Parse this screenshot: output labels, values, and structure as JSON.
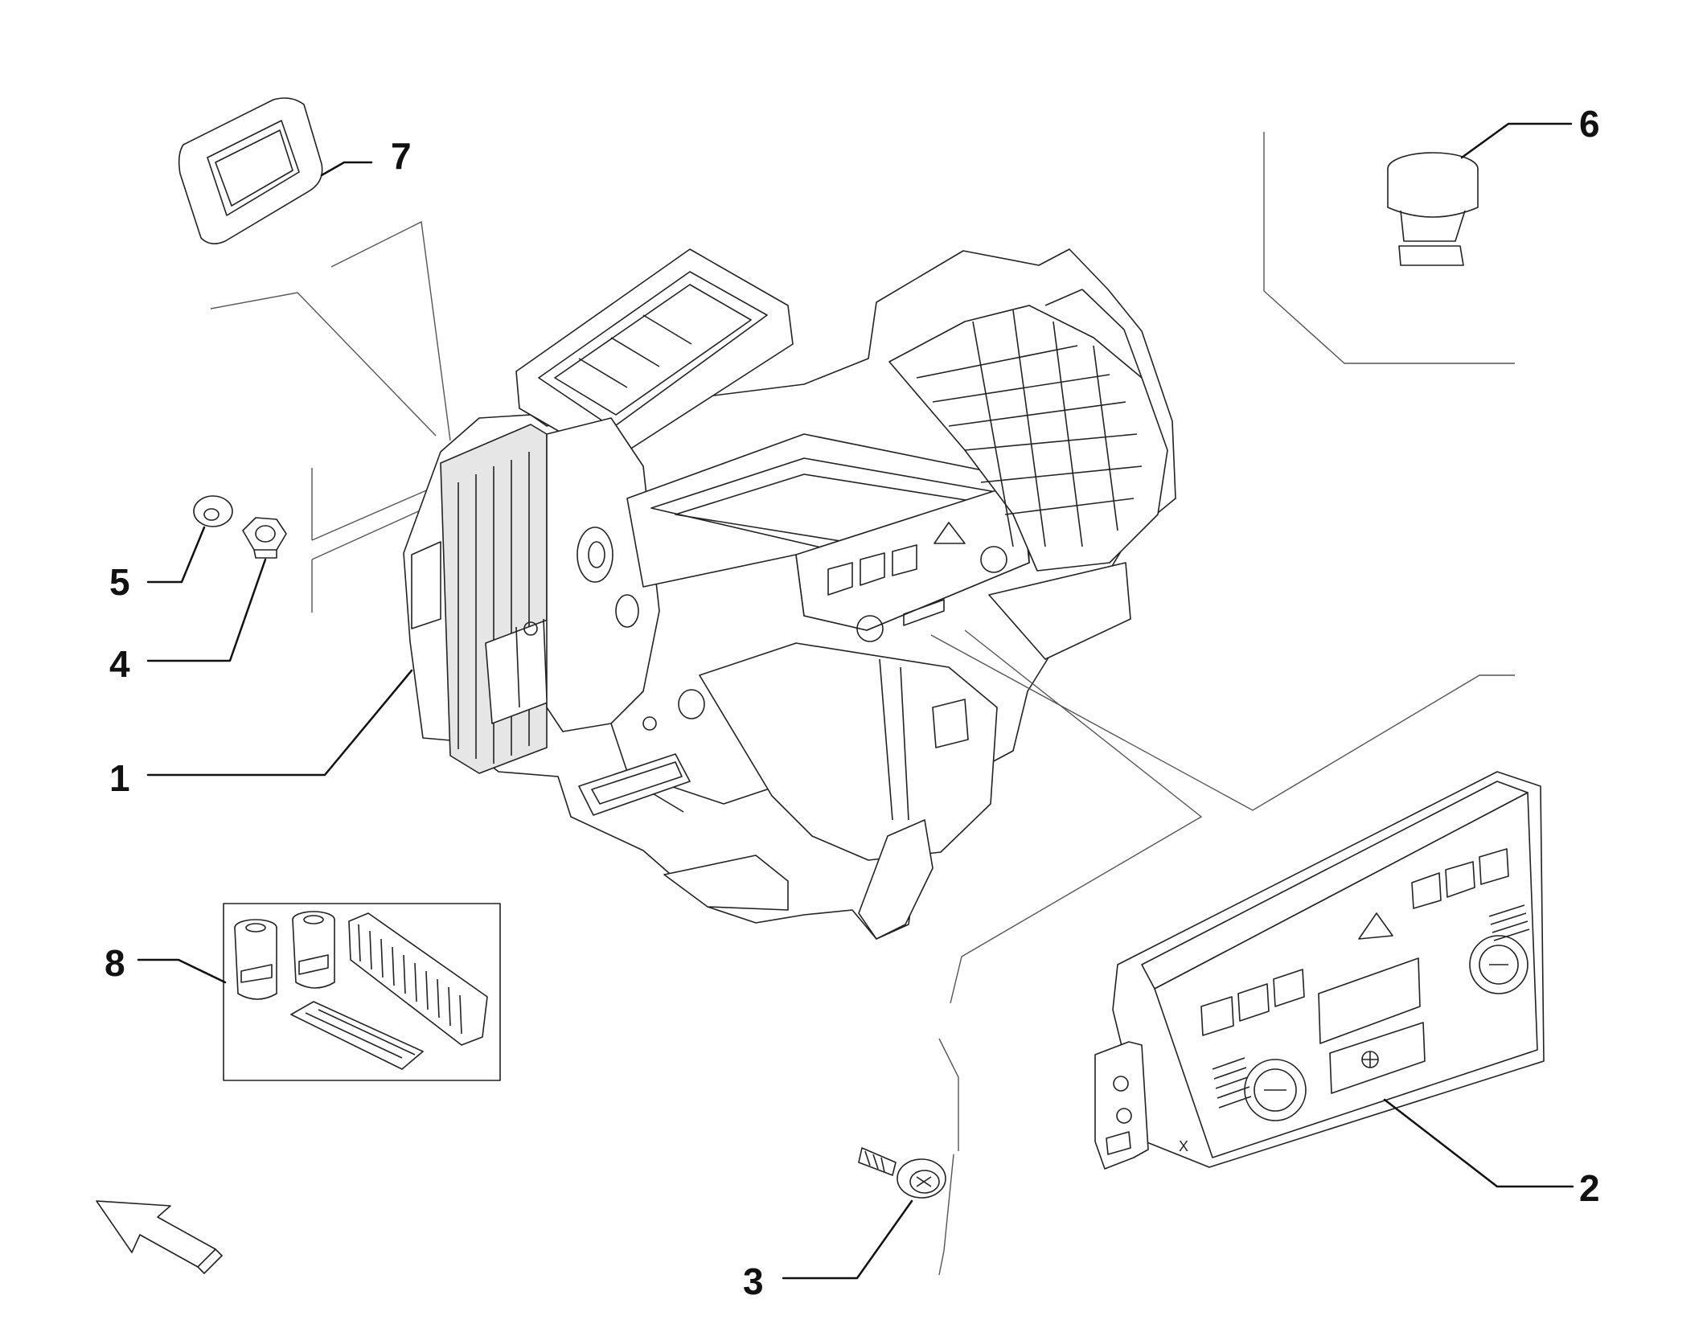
{
  "callouts": [
    {
      "label": "1"
    },
    {
      "label": "2"
    },
    {
      "label": "3"
    },
    {
      "label": "4"
    },
    {
      "label": "5"
    },
    {
      "label": "6"
    },
    {
      "label": "7"
    },
    {
      "label": "8"
    }
  ],
  "panel_marks": {
    "x_mark": "X"
  },
  "icons": [
    "direction-arrow-icon",
    "hazard-triangle-icon",
    "fan-icon"
  ],
  "colors": {
    "ink": "#111111",
    "background": "#ffffff"
  }
}
